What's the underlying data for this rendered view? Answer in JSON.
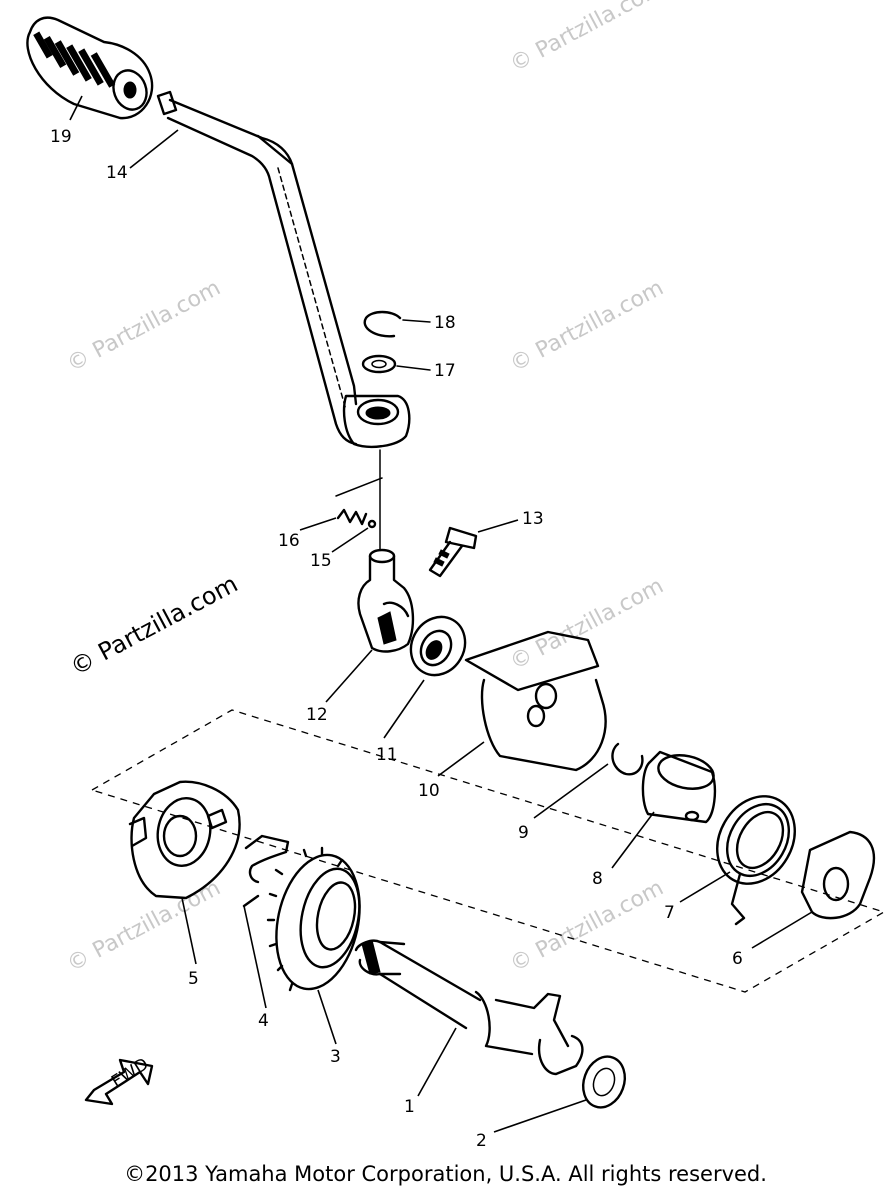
{
  "watermark": "© Partzilla.com",
  "copyright": "©2013  Yamaha Motor Corporation, U.S.A. All rights reserved.",
  "fwd_label": "FWD",
  "callouts": {
    "c1": "1",
    "c2": "2",
    "c3": "3",
    "c4": "4",
    "c5": "5",
    "c6": "6",
    "c7": "7",
    "c8": "8",
    "c9": "9",
    "c10": "10",
    "c11": "11",
    "c12": "12",
    "c13": "13",
    "c14": "14",
    "c15": "15",
    "c16": "16",
    "c17": "17",
    "c18": "18",
    "c19": "19"
  }
}
